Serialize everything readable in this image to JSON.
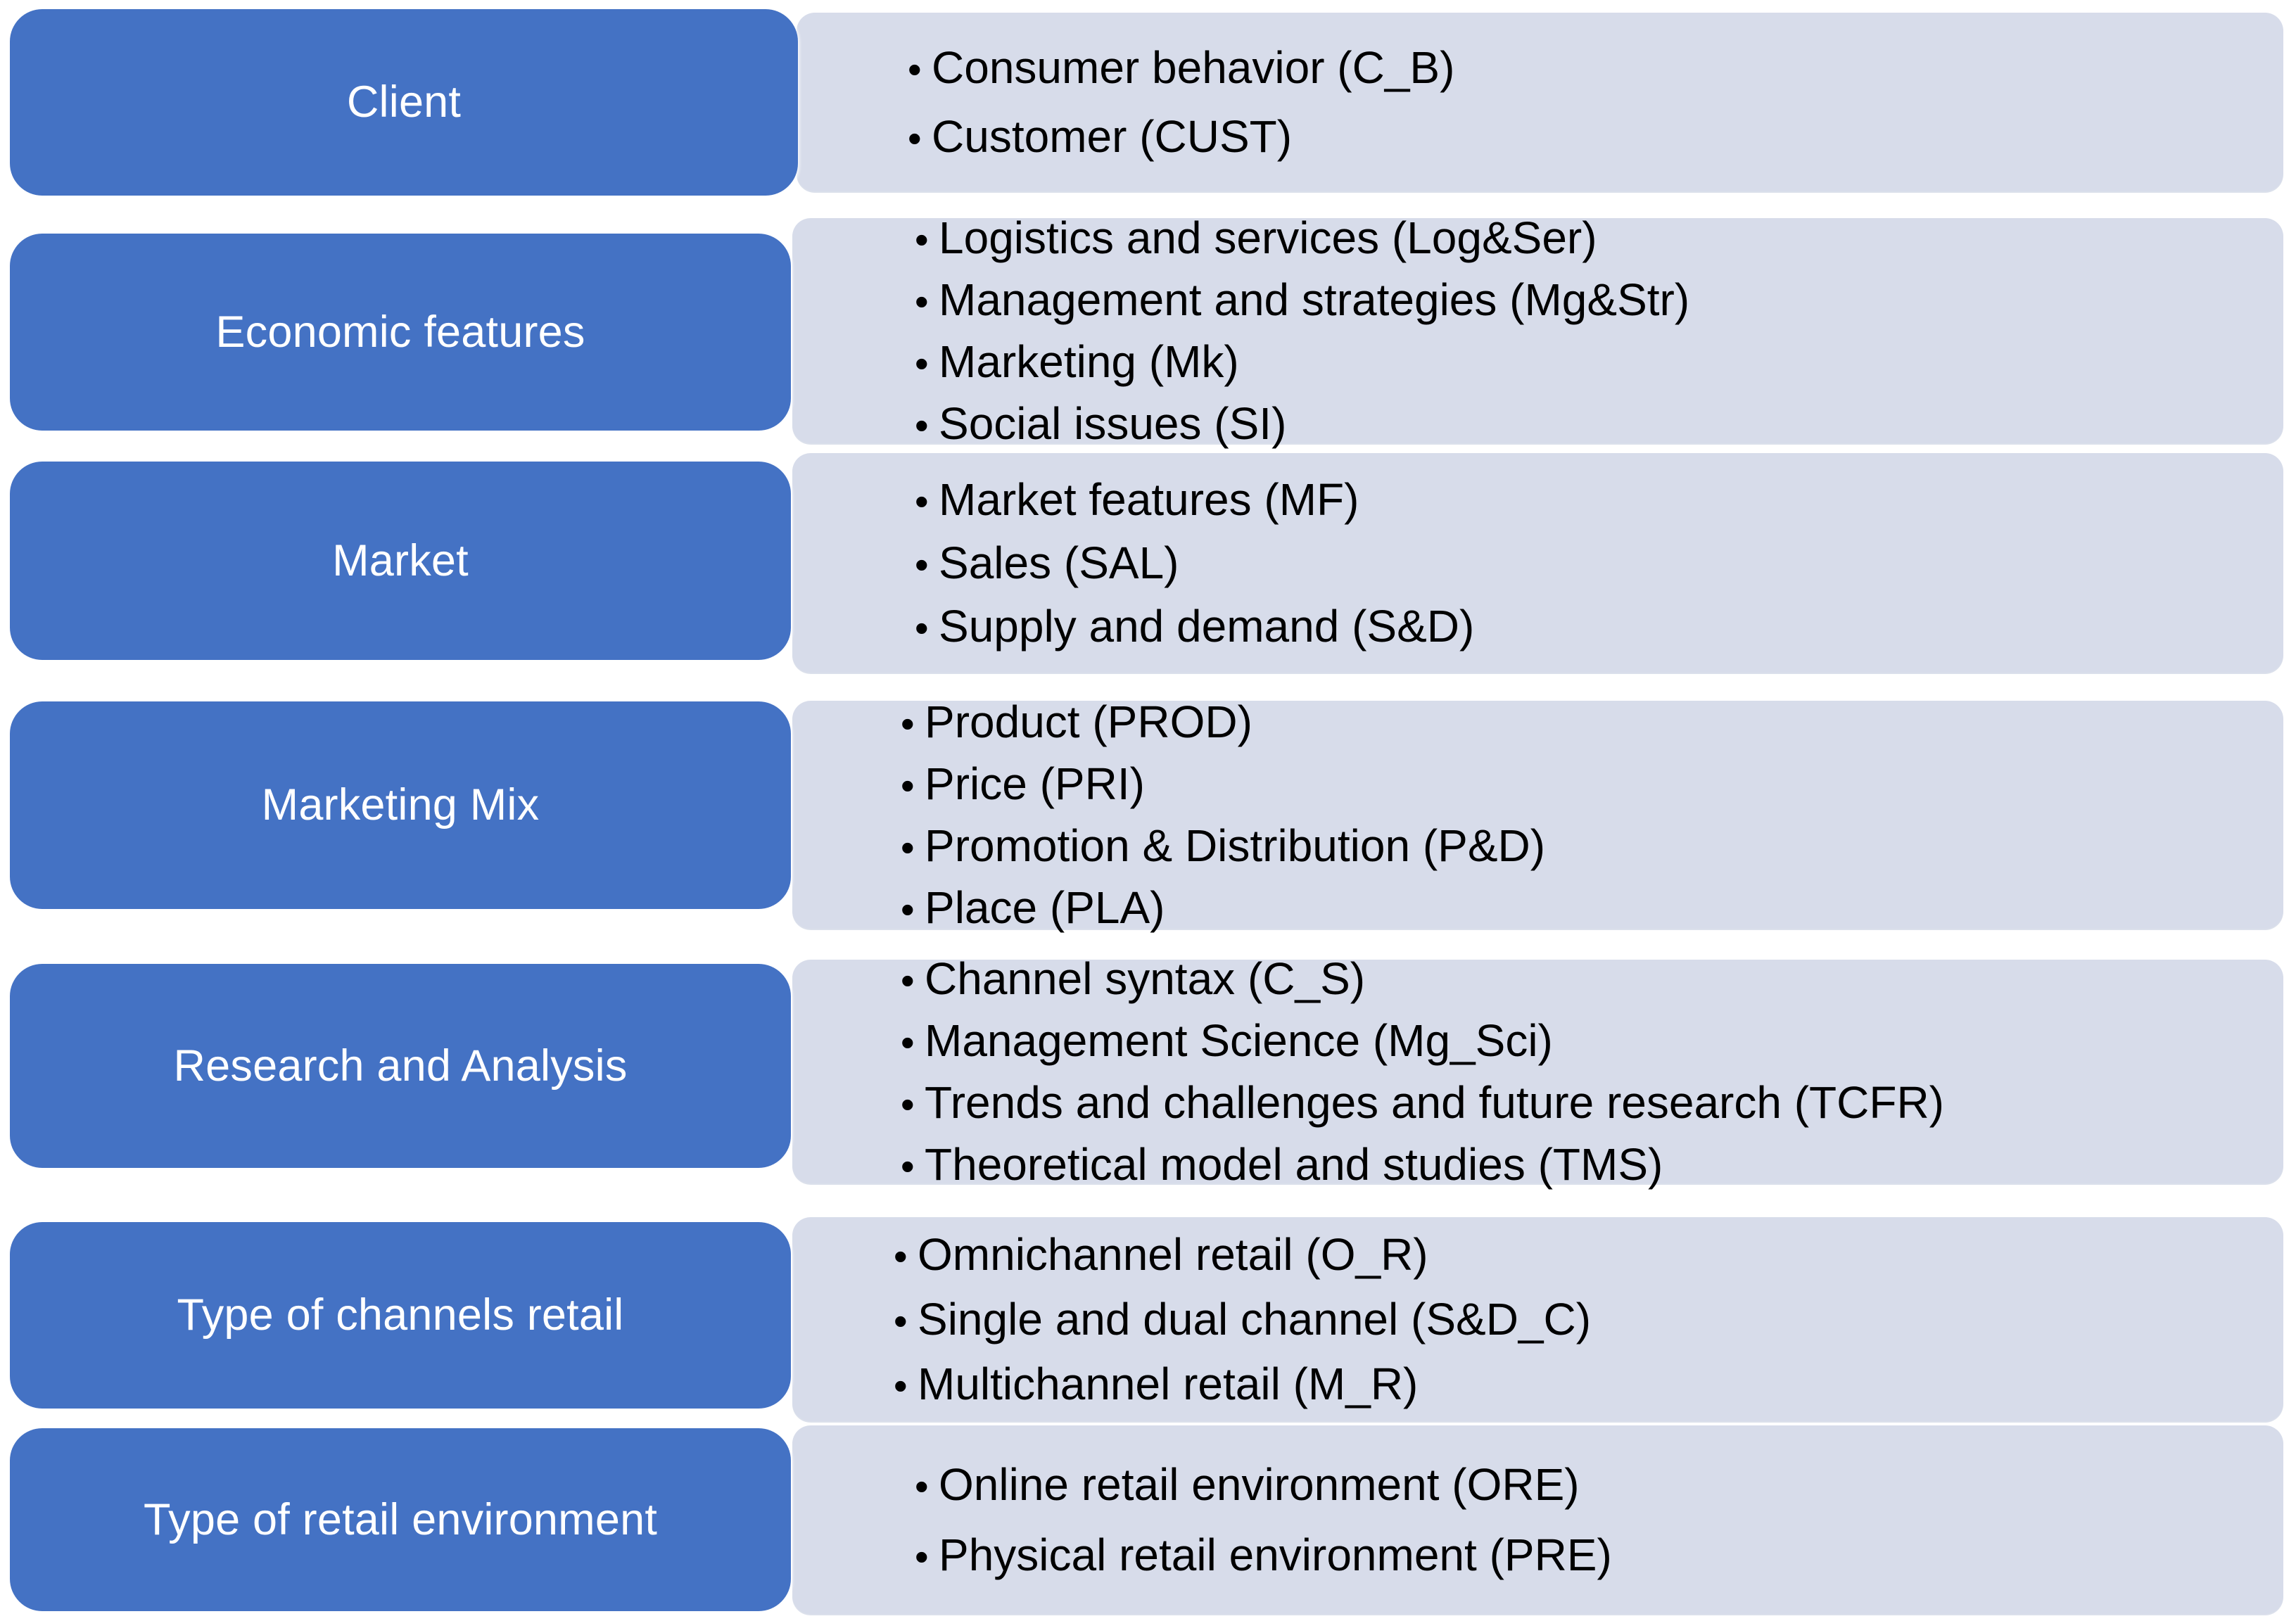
{
  "diagram": {
    "title": "Retail marketing research category taxonomy",
    "type": "grouped-list",
    "colors": {
      "label_box_fill": "#4472C4",
      "label_box_text": "#FFFFFF",
      "panel_fill": "#D7DCEA",
      "bullet_text": "#000000",
      "background": "#FFFFFF"
    },
    "bullet_glyph": "•",
    "rows": [
      {
        "id": "client",
        "label": "Client",
        "items": [
          "Consumer behavior (C_B)",
          "Customer (CUST)"
        ]
      },
      {
        "id": "economic-features",
        "label": "Economic features",
        "items": [
          "Logistics and services (Log&Ser)",
          "Management and strategies (Mg&Str)",
          "Marketing (Mk)",
          "Social issues (SI)"
        ]
      },
      {
        "id": "market",
        "label": "Market",
        "items": [
          "Market features (MF)",
          "Sales (SAL)",
          "Supply and demand (S&D)"
        ]
      },
      {
        "id": "marketing-mix",
        "label": "Marketing Mix",
        "items": [
          "Product (PROD)",
          "Price (PRI)",
          "Promotion & Distribution (P&D)",
          "Place (PLA)"
        ]
      },
      {
        "id": "research-and-analysis",
        "label": "Research and Analysis",
        "items": [
          "Channel syntax (C_S)",
          "Management Science (Mg_Sci)",
          "Trends and challenges and future research (TCFR)",
          "Theoretical model and studies (TMS)"
        ]
      },
      {
        "id": "type-of-channels-retail",
        "label": "Type of channels retail",
        "items": [
          "Omnichannel retail (O_R)",
          "Single and dual channel (S&D_C)",
          "Multichannel retail (M_R)"
        ]
      },
      {
        "id": "type-of-retail-environment",
        "label": "Type of retail environment",
        "items": [
          "Online retail environment (ORE)",
          "Physical retail environment (PRE)"
        ]
      }
    ]
  }
}
